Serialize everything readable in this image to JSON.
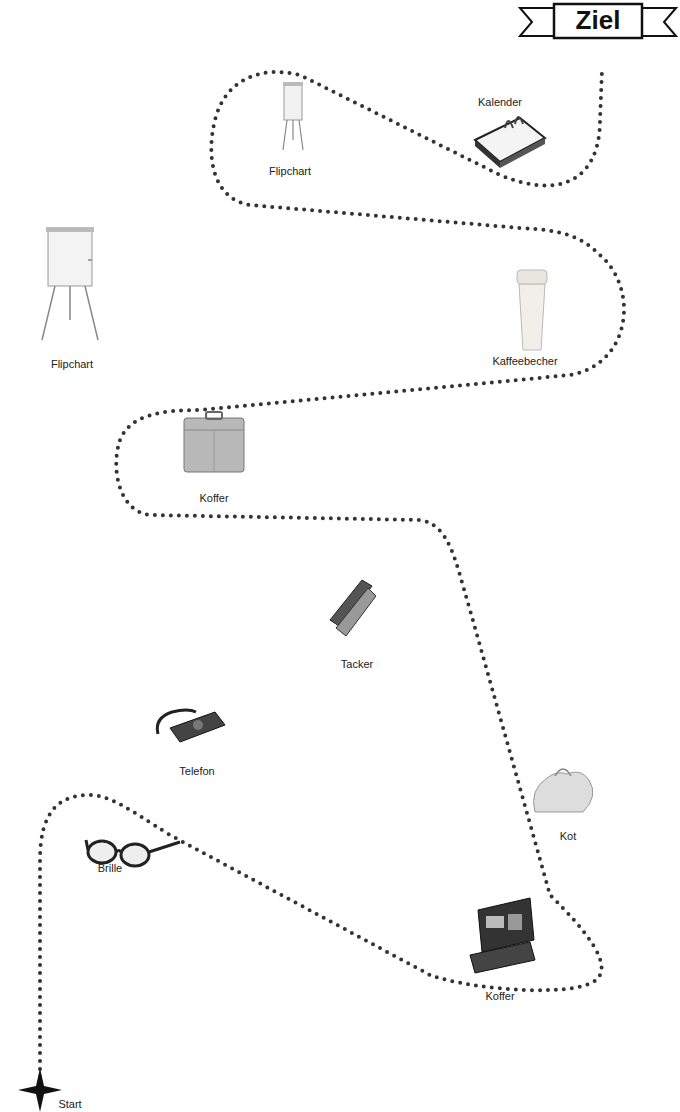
{
  "diagram": {
    "nodes": [
      {
        "text": [
          "Ziel"
        ]
      }
    ],
    "labels": [
      "Kalender",
      "Flipchart",
      "Flipchart",
      "Kaffeebecher",
      "Koffer",
      "Tacker",
      "Telefon",
      "Kot",
      "Brille",
      "Koffer",
      "Start"
    ]
  }
}
